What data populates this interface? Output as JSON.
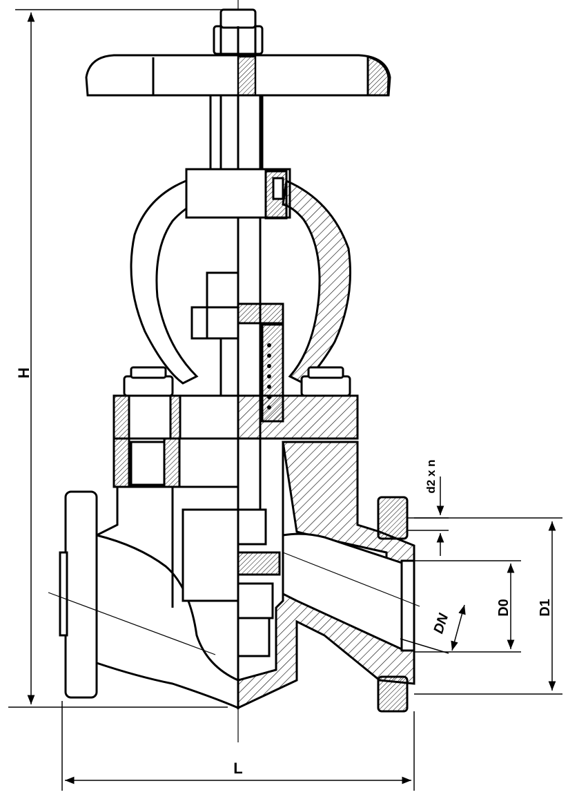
{
  "diagram": {
    "labels": {
      "height": "H",
      "length": "L",
      "nominal_diameter": "DN",
      "bore_diameter": "D0",
      "bolt_circle_diameter": "D1",
      "bolt_holes": "d2 x n"
    },
    "colors": {
      "line": "#000000",
      "background": "#ffffff",
      "hatch": "#000000"
    }
  }
}
